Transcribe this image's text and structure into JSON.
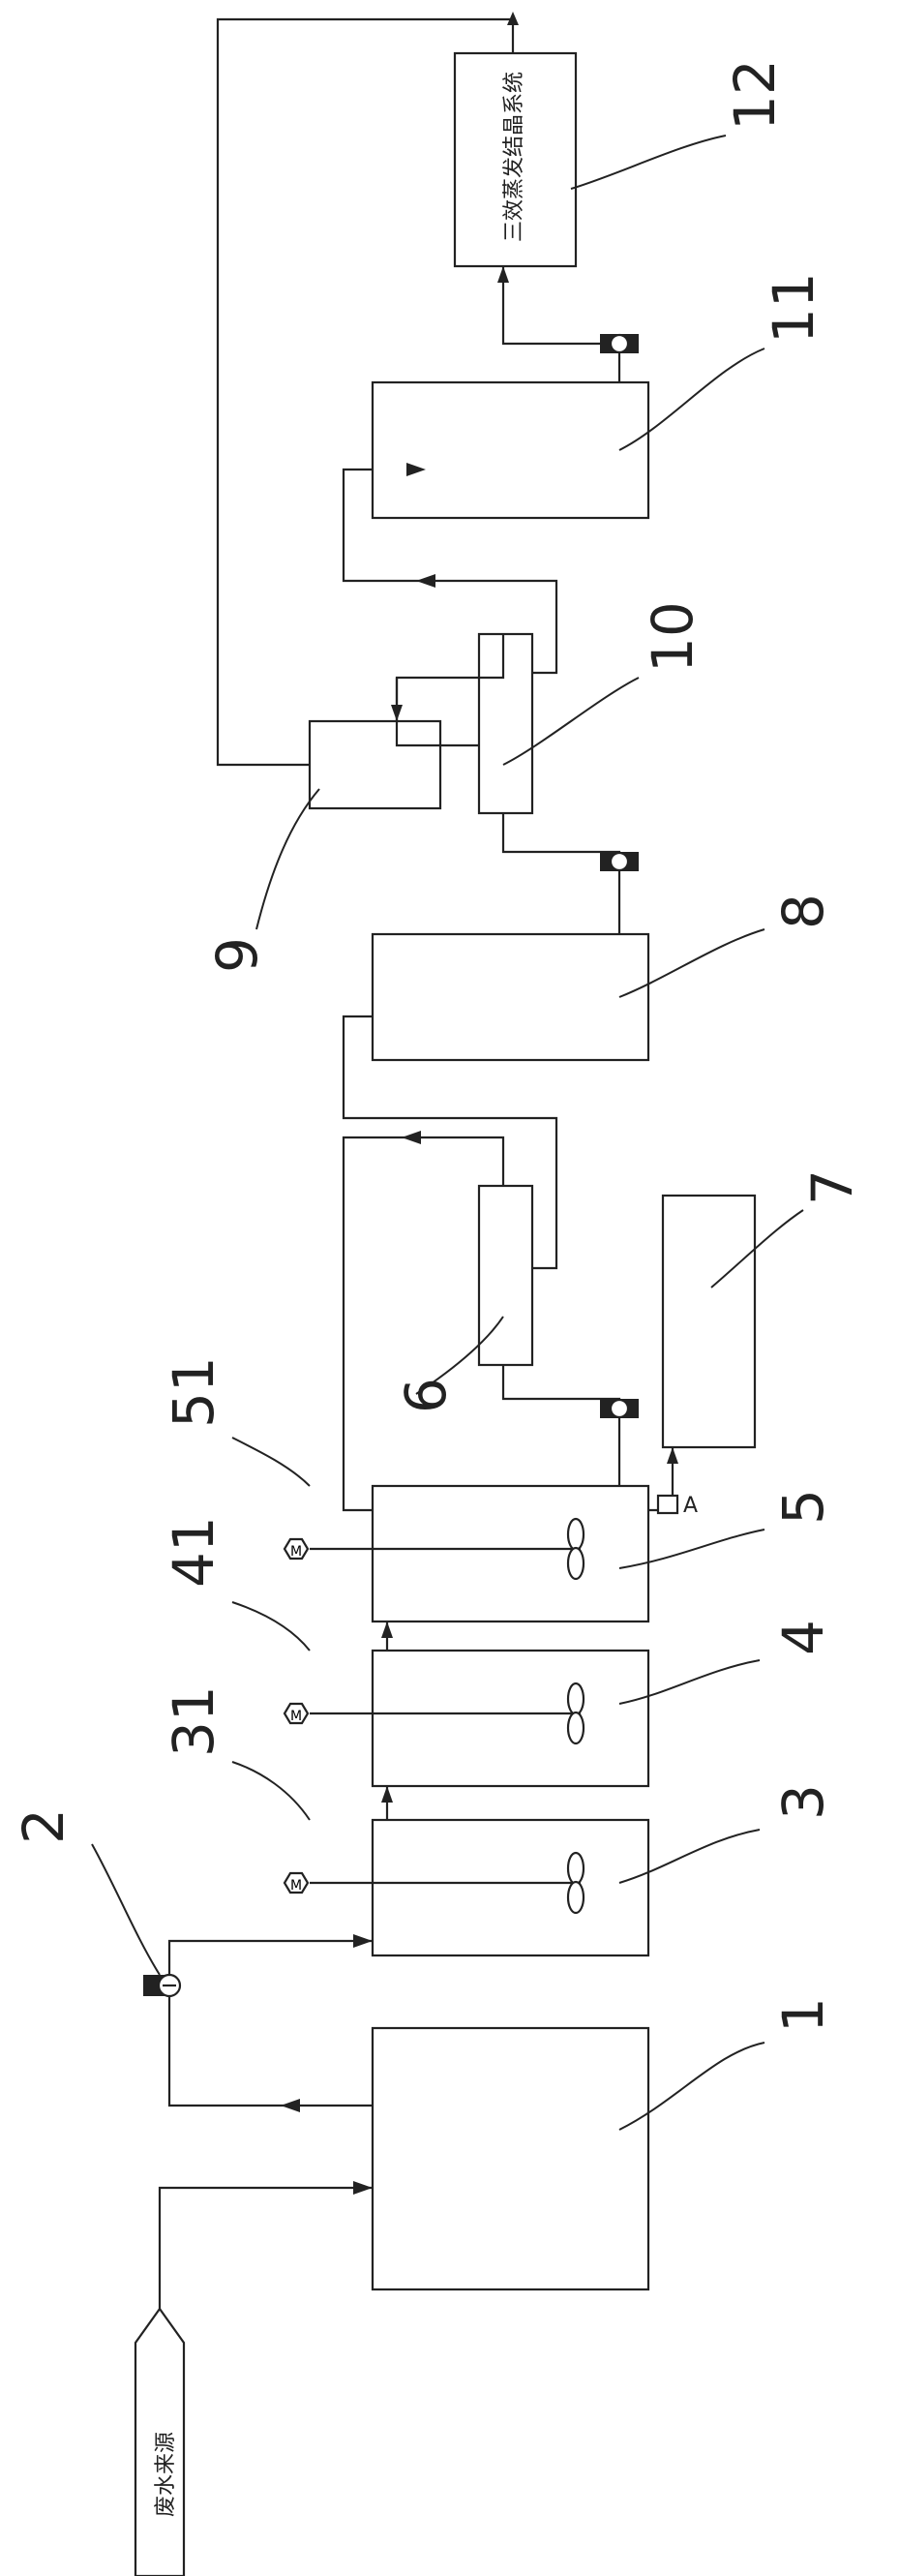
{
  "labels": {
    "n1": "1",
    "n2": "2",
    "n3": "3",
    "n31": "31",
    "n4": "4",
    "n41": "41",
    "n5": "5",
    "n51": "51",
    "n6": "6",
    "n7": "7",
    "n8": "8",
    "n9": "9",
    "n10": "10",
    "n11": "11",
    "n12": "12"
  },
  "texts": {
    "wastewater_source": "废水来源",
    "evaporator_system": "三效蒸发结晶系统",
    "dosing_letter": "A"
  },
  "symbols": {
    "motor": "M"
  }
}
